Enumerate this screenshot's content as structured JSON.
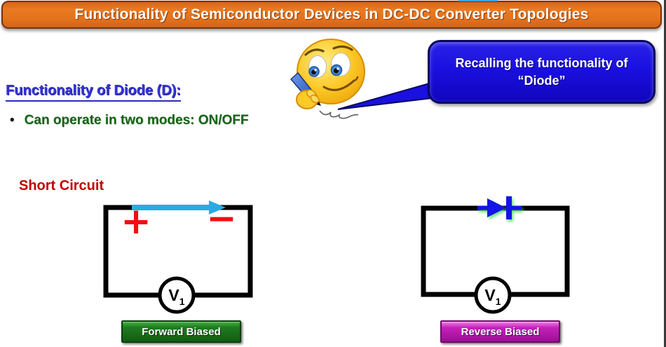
{
  "banner": {
    "title": "Functionality of Semiconductor Devices in DC-DC Converter Topologies"
  },
  "callout": {
    "line1": "Recalling the functionality of",
    "line2": "“Diode”"
  },
  "diode_section": {
    "heading": "Functionality of Diode (D):",
    "bullet_glyph": "•",
    "bullet_text": "Can operate in two modes: ON/OFF"
  },
  "forward_circuit": {
    "caption": "Short Circuit",
    "plus_symbol": "+",
    "minus_symbol": "−",
    "source_label": "V",
    "source_subscript": "1",
    "badge_label": "Forward Biased"
  },
  "reverse_circuit": {
    "source_label": "V",
    "source_subscript": "1",
    "badge_label": "Reverse Biased"
  },
  "colors": {
    "banner_bg": "#E2711C",
    "banner_border": "#7F2E0A",
    "heading_text": "#3535D6",
    "bullet_text": "#176617",
    "caption_red": "#C00000",
    "current_arrow": "#29ABE2",
    "diode_blue": "#1414E6",
    "bubble_bg": "#1A10DF",
    "forward_badge_bg": "#1E7C1E",
    "reverse_badge_bg": "#BF1FB2",
    "symbol_red": "#EE1111"
  }
}
